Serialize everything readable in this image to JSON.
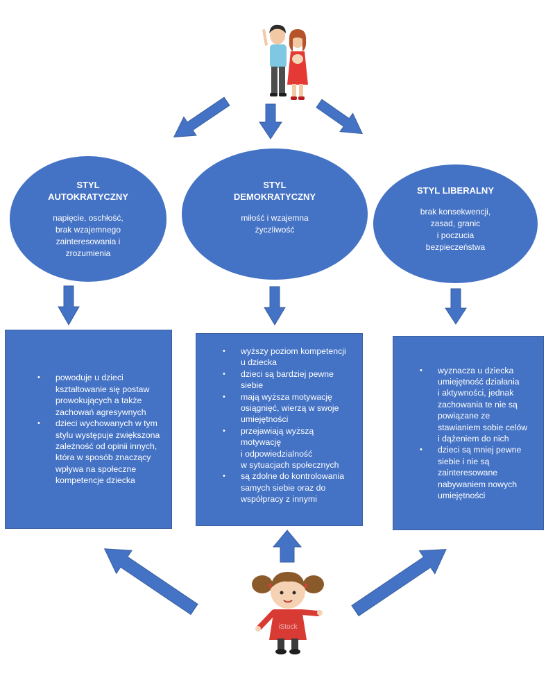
{
  "colors": {
    "shape_fill": "#4472C4",
    "text": "#FFFFFF",
    "background": "#FFFFFF"
  },
  "parents_image": {
    "icon": "parents-illustration-icon"
  },
  "child_image": {
    "icon": "child-girl-illustration-icon",
    "watermark": "iStock"
  },
  "styles": [
    {
      "title": "STYL\nAUTOKRATYCZNY",
      "description": "napięcie, oschłość,\nbrak wzajemnego\nzainteresowania i\nzrozumienia",
      "effects": [
        "powoduje u dzieci\nkształtowanie się postaw\nprowokujących a także\nzachowań  agresywnych",
        " dzieci wychowanych w tym\nstylu występuje zwiększona\nzależność od opinii innych,\nktóra w sposób znaczący\nwpływa na społeczne\nkompetencje dziecka"
      ]
    },
    {
      "title": "STYL\nDEMOKRATYCZNY",
      "description": "miłość i wzajemna\nżyczliwość",
      "effects": [
        "wyższy poziom kompetencji\nu dziecka",
        "dzieci są bardziej pewne\nsiebie",
        "mają wyższa motywację\nosiągnięć, wierzą w swoje\numiejętności",
        "przejawiają wyższą\nmotywację\ni odpowiedzialność\nw sytuacjach społecznych",
        "są zdolne do kontrolowania\nsamych siebie oraz do\nwspółpracy z innymi"
      ]
    },
    {
      "title": "STYL LIBERALNY",
      "description": "brak konsekwencji,\nzasad, granic\ni poczucia\nbezpieczeństwa",
      "effects": [
        "wyznacza u dziecka\numiejętność działania\ni aktywności, jednak\nzachowania te nie są\npowiązane ze\nstawianiem sobie celów\ni dążeniem do nich",
        "dzieci są mniej pewne\nsiebie  i nie są\nzainteresowane\nnabywaniem nowych\numiejętności"
      ]
    }
  ]
}
